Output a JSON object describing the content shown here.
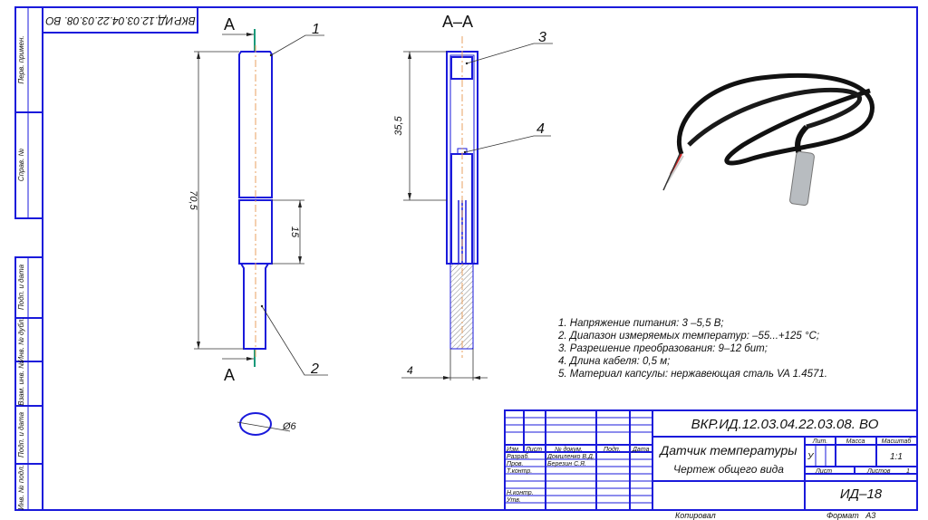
{
  "sheet": {
    "rotated_stamp": "ВКР.ИД.12.03.04.22.03.08. ВО",
    "side_stamps": [
      "Перв. примен.",
      "Справ. №",
      "Подп. и дата",
      "Инв. № дубл.",
      "Взам. инв. №",
      "Подп. и дата",
      "Инв. № подл."
    ],
    "footer_copied": "Копировал",
    "footer_format": "Формат   А3"
  },
  "drawing": {
    "view_label_top": "А",
    "view_label_bottom": "А",
    "section_title": "А–А",
    "dim_total_length": "70,5",
    "dim_lower_part": "15",
    "dim_section_length": "35,5",
    "dim_tip_width": "4",
    "dim_diameter": "Ø6",
    "callouts": [
      "1",
      "2",
      "3",
      "4"
    ]
  },
  "notes": [
    "1. Напряжение питания: 3 –5,5 В;",
    "2. Диапазон измеряемых температур: –55...+125 °С;",
    "3. Разрешение преобразования: 9–12 бит;",
    "4. Длина кабеля: 0,5 м;",
    "5. Материал капсулы: нержавеющая сталь VA 1.4571."
  ],
  "title_block": {
    "designation": "ВКР.ИД.12.03.04.22.03.08. ВО",
    "name_line1": "Датчик температуры",
    "name_line2": "Чертеж общего вида",
    "hdr_izm": "Изм.",
    "hdr_list": "Лист",
    "hdr_doc": "№ докум.",
    "hdr_podp": "Подп.",
    "hdr_data": "Дата",
    "row_razrab": "Разраб.",
    "row_prov": "Пров.",
    "row_tkontr": "Т.контр.",
    "row_nkontr": "Н.контр.",
    "row_utv": "Утв.",
    "razrab_name": "Домиленко В.Д.",
    "prov_name": "Березин С.Я.",
    "lit_label": "Лит.",
    "massa_label": "Масса",
    "scale_label": "Масштаб",
    "lit_value": "У",
    "scale_value": "1:1",
    "sheet_label": "Лист",
    "sheets_label": "Листов",
    "sheets_value": "1",
    "org": "ИД–18"
  },
  "colors": {
    "frame": "#1a1adb",
    "axis": "#e8a060",
    "section_line": "#1a9a7a"
  }
}
